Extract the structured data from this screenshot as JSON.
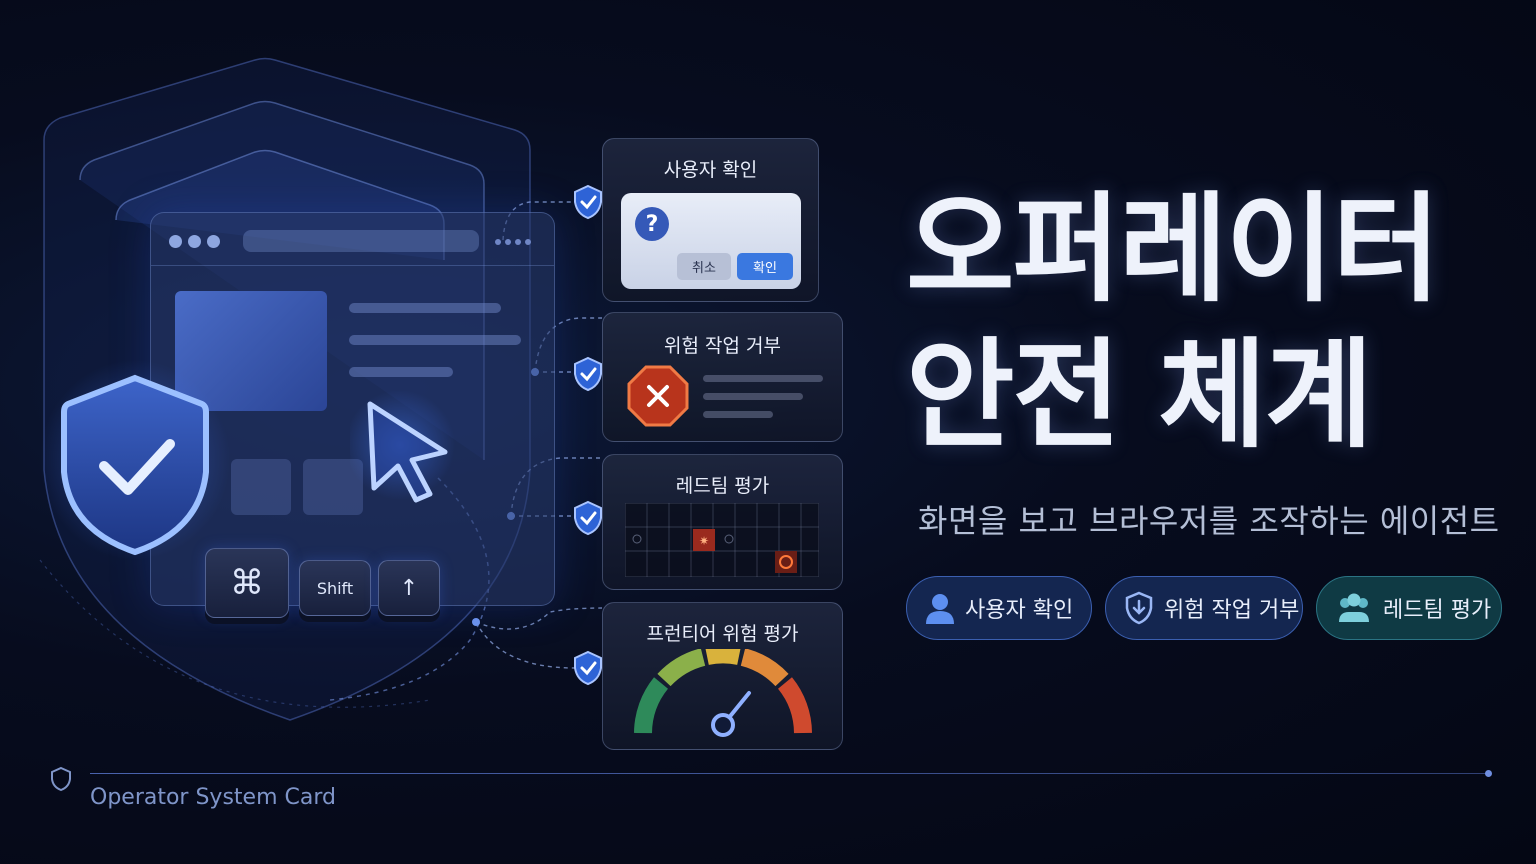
{
  "hero": {
    "title_line1": "오퍼레이터",
    "title_line2": "안전 체계",
    "subtitle": "화면을 보고 브라우저를 조작하는 에이전트"
  },
  "panels": {
    "user_confirm": {
      "title": "사용자 확인",
      "dialog_icon": "?",
      "cancel_label": "취소",
      "confirm_label": "확인"
    },
    "refuse_risky": {
      "title": "위험 작업 거부",
      "icon": "stop-x-icon"
    },
    "redteam": {
      "title": "레드팀 평가",
      "icon": "grid-target-icon"
    },
    "frontier": {
      "title": "프런티어 위험 평가",
      "icon": "gauge-icon"
    }
  },
  "keys": {
    "cmd": "⌘",
    "shift": "Shift",
    "up": "↑"
  },
  "pills": [
    {
      "label": "사용자 확인",
      "icon": "user-icon"
    },
    {
      "label": "위험 작업 거부",
      "icon": "shield-icon"
    },
    {
      "label": "레드팀 평가",
      "icon": "group-icon"
    }
  ],
  "footer": {
    "label": "Operator System Card",
    "icon": "shield-outline-icon"
  },
  "colors": {
    "accent": "#3f78e0",
    "danger": "#e0512e",
    "teal": "#0f3a44",
    "background": "#070c1e"
  }
}
